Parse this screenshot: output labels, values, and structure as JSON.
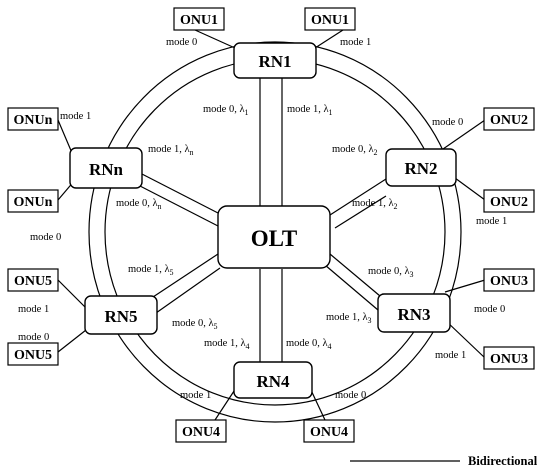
{
  "nodes": {
    "olt": "OLT",
    "rn1": "RN1",
    "rn2": "RN2",
    "rn3": "RN3",
    "rn4": "RN4",
    "rn5": "RN5",
    "rnn": "RNn"
  },
  "onus": {
    "onu1_left": "ONU1",
    "onu1_right": "ONU1",
    "onu2_top": "ONU2",
    "onu2_bottom": "ONU2",
    "onu3_top": "ONU3",
    "onu3_bottom": "ONU3",
    "onu4_left": "ONU4",
    "onu4_right": "ONU4",
    "onu5_top": "ONU5",
    "onu5_bottom": "ONU5",
    "onun_top": "ONUn",
    "onun_bottom": "ONUn"
  },
  "mode_labels": {
    "rn1_left": "mode 0",
    "rn1_right": "mode 1",
    "rn2_top": "mode 0",
    "rn2_bottom": "mode 1",
    "rn3_top": "mode 0",
    "rn3_bottom": "mode 1",
    "rn4_left": "mode 1",
    "rn4_right": "mode 0",
    "rn5_top": "mode 1",
    "rn5_bottom": "mode 0",
    "rnn_top": "mode 1",
    "rnn_bottom": "mode 0"
  },
  "spoke_labels": {
    "rn1_mode": "mode 0, ",
    "rn1_lambda": "λ",
    "rn1_sub": "1",
    "rn1b_mode": "mode 1, ",
    "rn1b_lambda": "λ",
    "rn1b_sub": "1",
    "rn2_mode": "mode 0, ",
    "rn2_lambda": "λ",
    "rn2_sub": "2",
    "rn2b_mode": "mode 1, ",
    "rn2b_lambda": "λ",
    "rn2b_sub": "2",
    "rn3_mode": "mode 0, ",
    "rn3_lambda": "λ",
    "rn3_sub": "3",
    "rn3b_mode": "mode 1, ",
    "rn3b_lambda": "λ",
    "rn3b_sub": "3",
    "rn4_mode": "mode 1, ",
    "rn4_lambda": "λ",
    "rn4_sub": "4",
    "rn4b_mode": "mode 0, ",
    "rn4b_lambda": "λ",
    "rn4b_sub": "4",
    "rn5_mode": "mode 1, ",
    "rn5_lambda": "λ",
    "rn5_sub": "5",
    "rn5b_mode": "mode 0, ",
    "rn5b_lambda": "λ",
    "rn5b_sub": "5",
    "rnn_mode": "mode 1, ",
    "rnn_lambda": "λ",
    "rnn_sub": "n",
    "rnnb_mode": "mode 0, ",
    "rnnb_lambda": "λ",
    "rnnb_sub": "n"
  },
  "legend": {
    "label": "Bidirectional"
  }
}
